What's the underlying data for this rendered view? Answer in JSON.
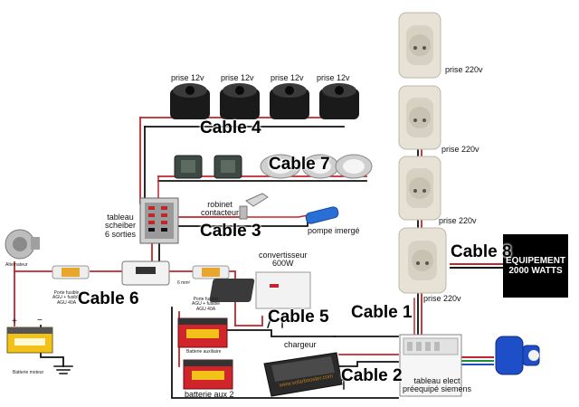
{
  "cables": {
    "c1": "Cable 1",
    "c2": "Cable 2",
    "c3": "Cable 3",
    "c4": "Cable 4",
    "c5": "Cable 5",
    "c6": "Cable 6",
    "c7": "Cable 7",
    "c8": "Cable 8"
  },
  "labels": {
    "prise12": [
      "prise 12v",
      "prise 12v",
      "prise 12v",
      "prise 12v"
    ],
    "prise220": [
      "prise 220v",
      "prise 220v",
      "prise 220v",
      "prise 220v"
    ],
    "tableau_scheiber": [
      "tableau",
      "scheiber",
      "6 sorties"
    ],
    "robinet": [
      "robinet",
      "contacteur"
    ],
    "pompe": "pompe imergé",
    "alternateur": "Alternateur",
    "porte_fusible_1": [
      "Porte fusible",
      "AGU + fusible",
      "AGU 40A"
    ],
    "porte_fusible_2": [
      "Porte fusible",
      "AGU + fusible",
      "AGU 40A"
    ],
    "section": "6 mm²",
    "convertisseur": [
      "convertisseur",
      "600W"
    ],
    "chargeur": "chargeur",
    "batterie_moteur": "Batterie moteur",
    "batterie_aux": "Batterie auxiliaire",
    "batterie_aux2": "batterie aux 2",
    "tableau_elect": [
      "tableau elect",
      "préequipé siemens"
    ],
    "equipement": [
      "EQUIPEMENT",
      "2000 WATTS"
    ],
    "plus": "+",
    "minus": "−",
    "watermark": "www.solarbooster.com"
  },
  "colors": {
    "wire_red": "#c0262b",
    "wire_black": "#111111",
    "socket_beige": "#e6e2d6",
    "battery_yellow": "#f2c21a",
    "battery_red": "#d0262b",
    "plug_blue": "#1f4fc8"
  }
}
